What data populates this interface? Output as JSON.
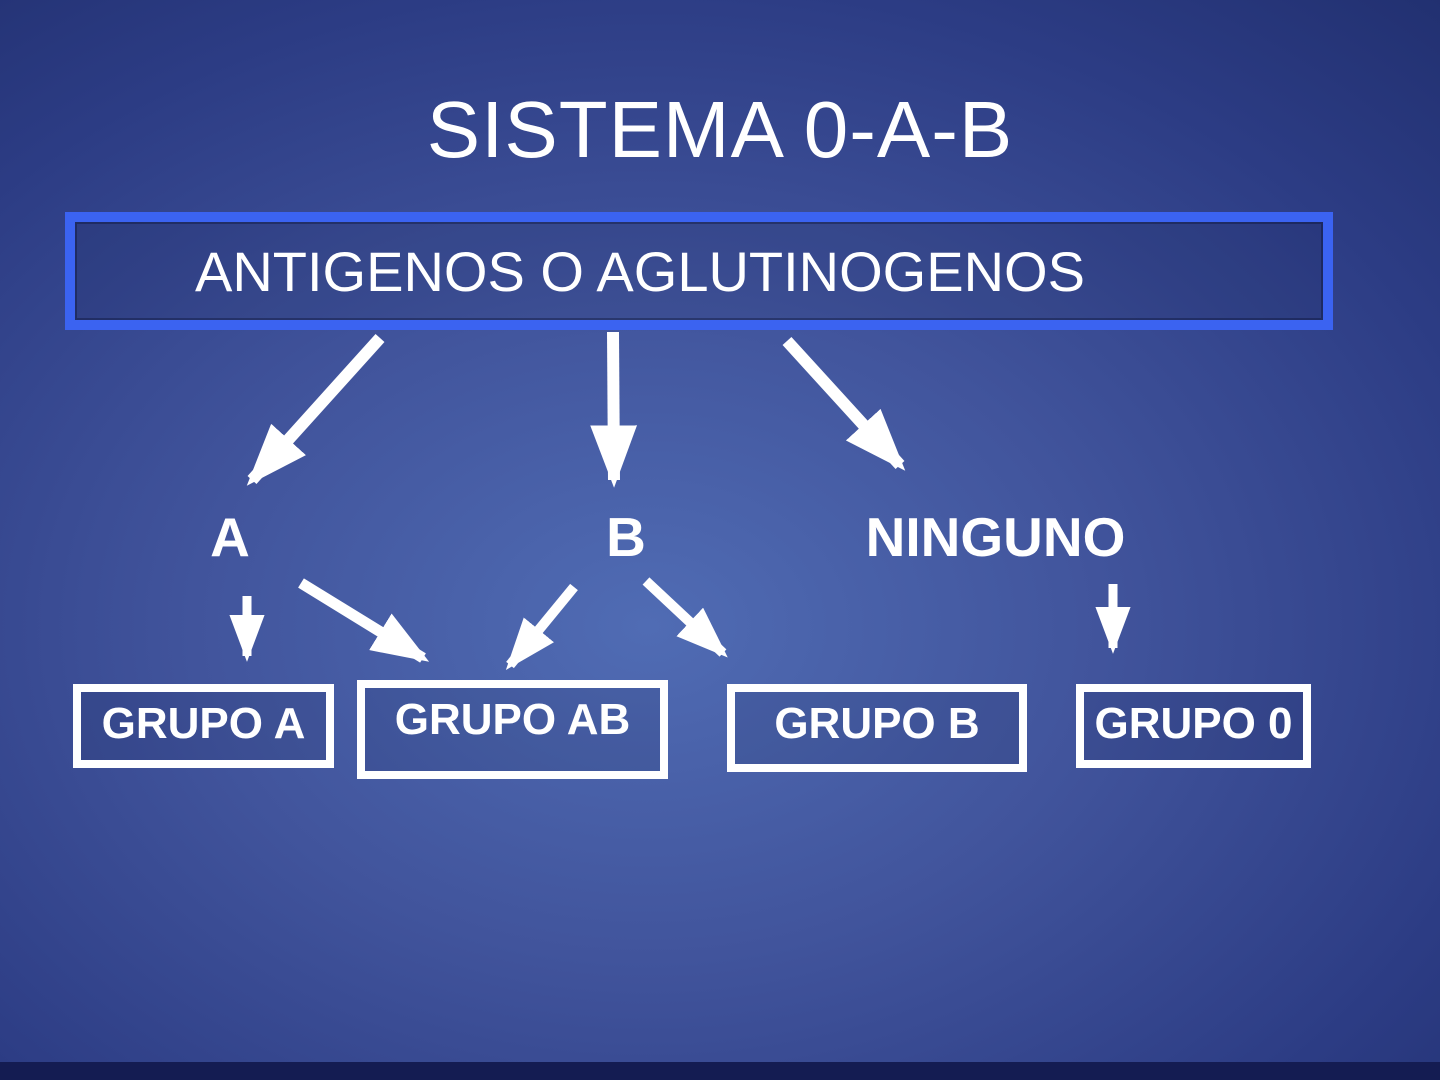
{
  "slide": {
    "title": "SISTEMA 0-A-B",
    "antigen_box": {
      "label": "ANTIGENOS O AGLUTINOGENOS"
    },
    "antigen_types": [
      {
        "id": "a",
        "label": "A"
      },
      {
        "id": "b",
        "label": "B"
      },
      {
        "id": "ninguno",
        "label": "NINGUNO"
      }
    ],
    "groups": [
      {
        "id": "grupo-a",
        "label": "GRUPO A"
      },
      {
        "id": "grupo-ab",
        "label": "GRUPO AB"
      },
      {
        "id": "grupo-b",
        "label": "GRUPO B"
      },
      {
        "id": "grupo-0",
        "label": "GRUPO 0"
      }
    ],
    "edges": [
      {
        "from": "antigen-box",
        "to": "a"
      },
      {
        "from": "antigen-box",
        "to": "b"
      },
      {
        "from": "antigen-box",
        "to": "ninguno"
      },
      {
        "from": "a",
        "to": "grupo-a"
      },
      {
        "from": "a",
        "to": "grupo-ab"
      },
      {
        "from": "b",
        "to": "grupo-ab"
      },
      {
        "from": "b",
        "to": "grupo-b"
      },
      {
        "from": "ninguno",
        "to": "grupo-0"
      }
    ]
  },
  "colors": {
    "c-accent": "#3b63f1",
    "c-text": "#ffffff",
    "c-bar": "#141c52",
    "c-bg-center": "#506cb4",
    "c-bg-mid": "#41549c",
    "c-bg-outer": "#2c3c84",
    "c-bg-edge": "#1d2b68"
  }
}
